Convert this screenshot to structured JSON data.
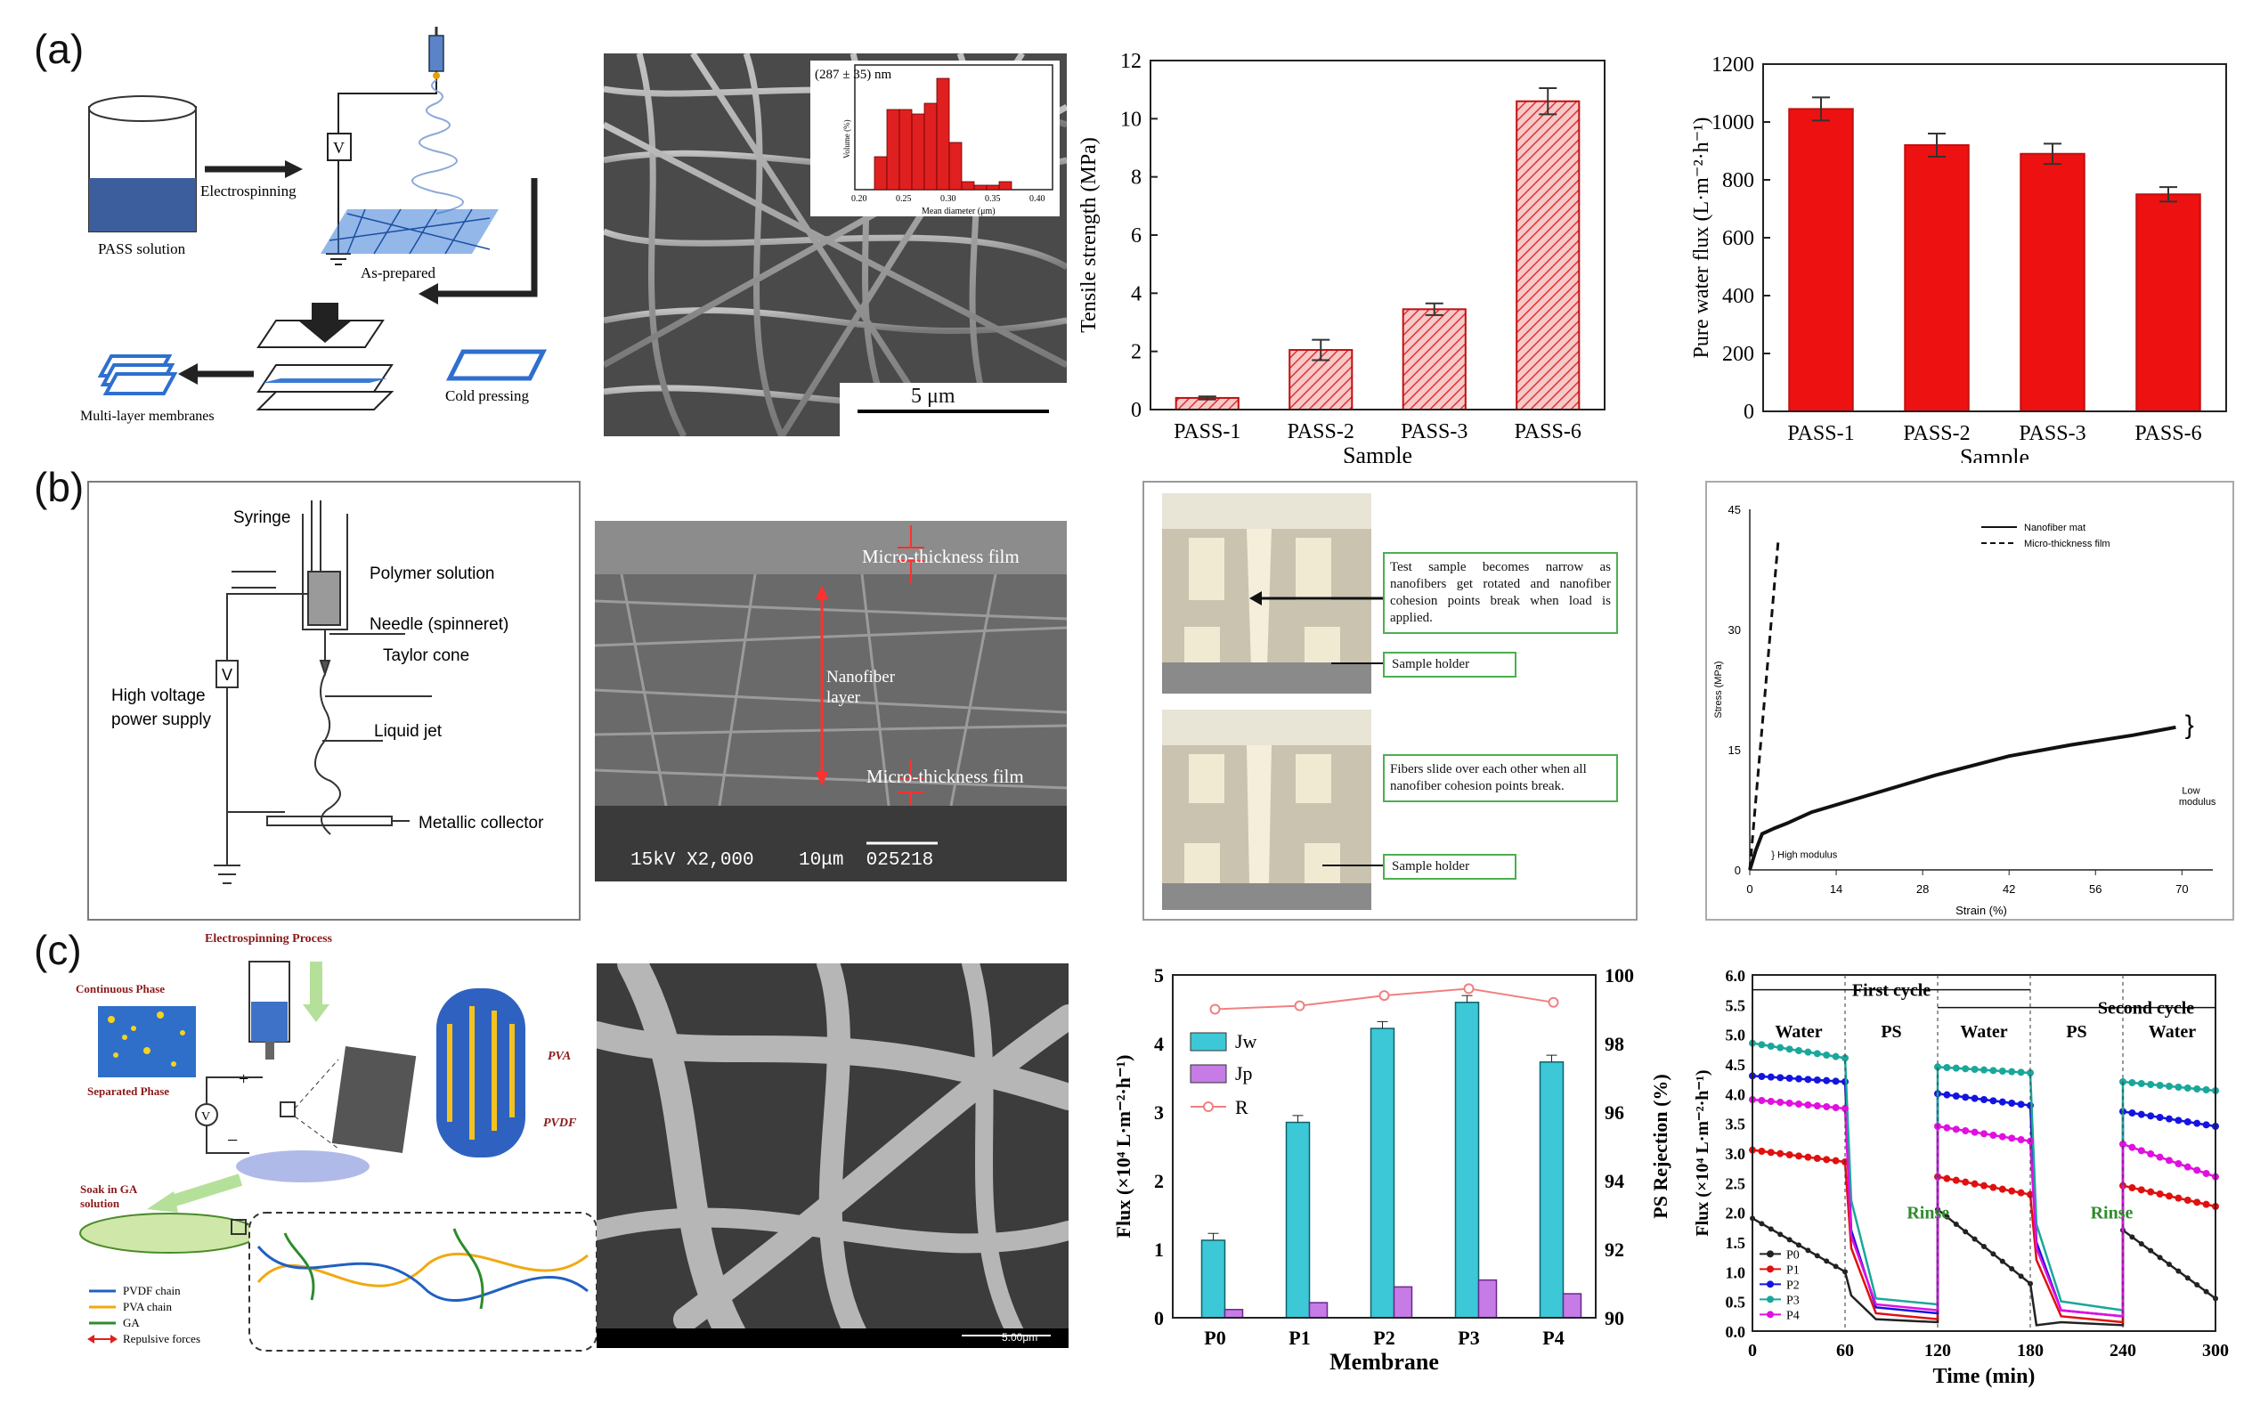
{
  "panels": {
    "a": "(a)",
    "b": "(b)",
    "c": "(c)"
  },
  "a_schematic": {
    "pass_solution": "PASS solution",
    "electrospinning": "Electrospinning",
    "voltage": "V",
    "as_prepared": "As-prepared",
    "cold_pressing": "Cold pressing",
    "multilayer": "Multi-layer membranes"
  },
  "a_sem": {
    "scale": "5 μm",
    "hist_title": "(287 ± 35) nm",
    "hist_xlabel": "Mean diameter (μm)",
    "hist_ylabel": "Volume (%)",
    "hist_ticks": [
      "0.20",
      "0.25",
      "0.30",
      "0.35",
      "0.40"
    ]
  },
  "b_schematic": {
    "syringe": "Syringe",
    "polymer": "Polymer solution",
    "needle": "Needle (spinneret)",
    "taylor": "Taylor cone",
    "hv1": "High voltage",
    "hv2": "power supply",
    "v": "V",
    "jet": "Liquid jet",
    "collector": "Metallic collector"
  },
  "b_sem": {
    "film_top": "Micro-thickness film",
    "nano1": "Nanofiber",
    "nano2": "layer",
    "film_bottom": "Micro-thickness film",
    "footer": "15kV X2,000    10μm  025218"
  },
  "b_photo": {
    "note1": "Test sample becomes narrow as nanofibers get rotated and nanofiber cohesion points break when load is applied.",
    "holder1": "Sample holder",
    "note2": "Fibers slide over each other when all nanofiber cohesion points break.",
    "holder2": "Sample holder"
  },
  "c_schematic": {
    "process": "Electrospinning Process",
    "continuous": "Continuous Phase",
    "separated": "Separated Phase",
    "pva": "PVA",
    "pvdf": "PVDF",
    "soak1": "Soak in GA",
    "soak2": "solution",
    "plus": "+",
    "minus": "−",
    "v": "V",
    "legend": [
      "PVDF chain",
      "PVA chain",
      "GA",
      "Repulsive forces"
    ]
  },
  "c_sem": {
    "scale": "5.00μm"
  },
  "colors": {
    "red_bar": "#ee1111",
    "cyan": "#3cc8d6",
    "violet": "#c67be6",
    "salmon": "#f08080",
    "green_text": "#2e8b2e"
  },
  "chart_data": [
    {
      "type": "bar",
      "categories": [
        "PASS-1",
        "PASS-2",
        "PASS-3",
        "PASS-6"
      ],
      "values": [
        0.4,
        2.05,
        3.45,
        10.6
      ],
      "errors": [
        0.05,
        0.35,
        0.2,
        0.45
      ],
      "xlabel": "Sample",
      "ylabel": "Tensile strength (MPa)",
      "ylim": [
        0,
        12
      ],
      "yticks": [
        "0",
        "2",
        "4",
        "6",
        "8",
        "10",
        "12"
      ]
    },
    {
      "type": "bar",
      "categories": [
        "PASS-1",
        "PASS-2",
        "PASS-3",
        "PASS-6"
      ],
      "values": [
        1045,
        920,
        890,
        750
      ],
      "errors": [
        40,
        40,
        35,
        25
      ],
      "xlabel": "Sample",
      "ylabel": "Pure water flux (L·m⁻²·h⁻¹)",
      "ylim": [
        0,
        1200
      ],
      "yticks": [
        "0",
        "200",
        "400",
        "600",
        "800",
        "1000",
        "1200"
      ]
    },
    {
      "type": "line",
      "series": [
        {
          "name": "Nanofiber mat",
          "x": [
            0,
            1,
            2,
            4,
            6,
            10,
            20,
            30,
            42,
            52,
            62,
            69
          ],
          "y": [
            0,
            2.5,
            4.5,
            5.2,
            5.8,
            7.2,
            9.5,
            11.8,
            14.2,
            15.6,
            16.8,
            17.8
          ]
        },
        {
          "name": "Micro-thickness film",
          "x": [
            0,
            4.6
          ],
          "y": [
            0,
            41
          ]
        }
      ],
      "xlabel": "Strain (%)",
      "ylabel": "Stress (MPa)",
      "xlim": [
        0,
        75
      ],
      "ylim": [
        0,
        45
      ],
      "xticks": [
        "0",
        "14",
        "28",
        "42",
        "56",
        "70"
      ],
      "yticks": [
        "0",
        "15",
        "30",
        "45"
      ],
      "annotations": {
        "high": "High modulus",
        "low1": "Low",
        "low2": "modulus"
      }
    },
    {
      "type": "bar",
      "categories": [
        "P0",
        "P1",
        "P2",
        "P3",
        "P4"
      ],
      "series": [
        {
          "name": "Jw",
          "values": [
            1.13,
            2.85,
            4.22,
            4.6,
            3.73
          ]
        },
        {
          "name": "Jp",
          "values": [
            0.12,
            0.22,
            0.45,
            0.55,
            0.35
          ]
        },
        {
          "name": "R",
          "values": [
            99.0,
            99.1,
            99.4,
            99.6,
            99.2
          ]
        }
      ],
      "xlabel": "Membrane",
      "ylabel": "Flux (×10⁴ L·m⁻²·h⁻¹)",
      "y2label": "PS Rejection (%)",
      "ylim": [
        0,
        5
      ],
      "y2lim": [
        90,
        100
      ],
      "yticks": [
        "0",
        "1",
        "2",
        "3",
        "4",
        "5"
      ],
      "y2ticks": [
        "90",
        "92",
        "94",
        "96",
        "98",
        "100"
      ]
    },
    {
      "type": "line",
      "series": [
        {
          "name": "P0",
          "start": [
            1.9,
            2.05,
            1.7
          ],
          "end": [
            1.0,
            0.8,
            0.55
          ],
          "foul": [
            0.6,
            0.2,
            0.15,
            0.1,
            0.15,
            0.1
          ]
        },
        {
          "name": "P1",
          "start": [
            3.05,
            2.6,
            2.45
          ],
          "end": [
            2.85,
            2.3,
            2.1
          ],
          "foul": [
            1.4,
            0.3,
            0.2,
            1.2,
            0.25,
            0.15
          ]
        },
        {
          "name": "P2",
          "start": [
            4.3,
            4.0,
            3.7
          ],
          "end": [
            4.2,
            3.8,
            3.45
          ],
          "foul": [
            1.7,
            0.4,
            0.3,
            1.5,
            0.35,
            0.25
          ]
        },
        {
          "name": "P3",
          "start": [
            4.85,
            4.45,
            4.2
          ],
          "end": [
            4.6,
            4.35,
            4.05
          ],
          "foul": [
            2.2,
            0.55,
            0.45,
            1.8,
            0.5,
            0.35
          ]
        },
        {
          "name": "P4",
          "start": [
            3.9,
            3.45,
            3.15
          ],
          "end": [
            3.75,
            3.2,
            2.6
          ],
          "foul": [
            1.6,
            0.45,
            0.35,
            1.4,
            0.35,
            0.25
          ]
        }
      ],
      "xlabel": "Time (min)",
      "ylabel": "Flux (×10⁴ L·m⁻²·h⁻¹)",
      "xlim": [
        0,
        300
      ],
      "ylim": [
        0,
        6
      ],
      "xticks": [
        "0",
        "60",
        "120",
        "180",
        "240",
        "300"
      ],
      "yticks": [
        "0.0",
        "0.5",
        "1.0",
        "1.5",
        "2.0",
        "2.5",
        "3.0",
        "3.5",
        "4.0",
        "4.5",
        "5.0",
        "5.5",
        "6.0"
      ],
      "annotations": {
        "first": "First cycle",
        "second": "Second cycle",
        "phases": [
          "Water",
          "PS",
          "Water",
          "PS",
          "Water"
        ],
        "rinse": "Rinse"
      }
    }
  ]
}
